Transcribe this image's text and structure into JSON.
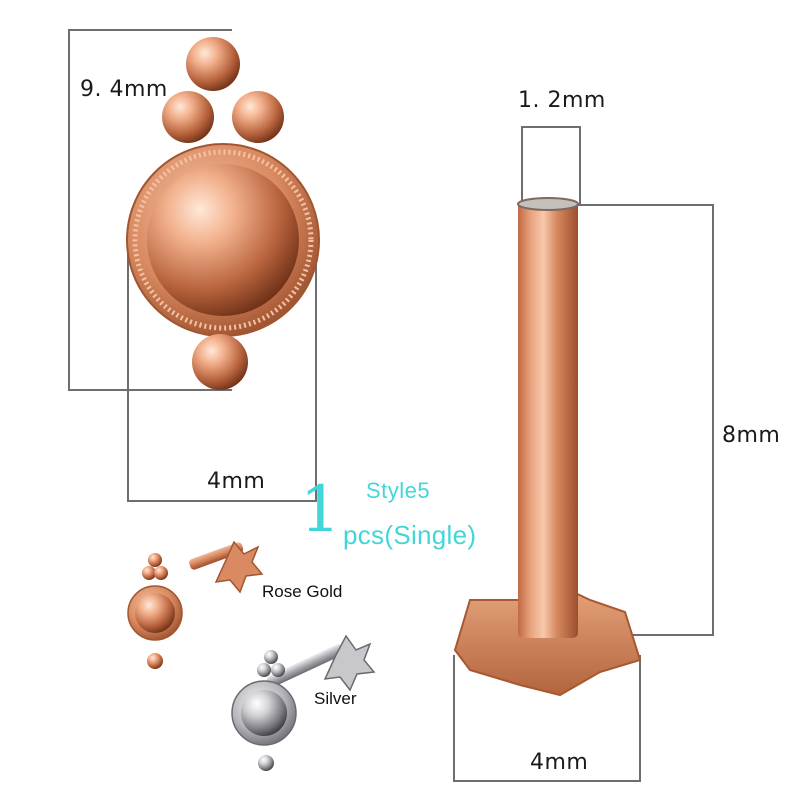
{
  "dimensions": {
    "top_height": "9. 4mm",
    "front_width": "4mm",
    "post_diameter": "1. 2mm",
    "post_length": "8mm",
    "base_width": "4mm"
  },
  "product": {
    "style": "Style5",
    "quantity_number": "1",
    "quantity_text": "pcs(Single)"
  },
  "variants": {
    "rose_gold": "Rose Gold",
    "silver": "Silver"
  },
  "colors": {
    "accent": "#43d6d8",
    "rose_gold": "#d98a62",
    "silver": "#c8c8cc",
    "dimension_line": "#6e6e6e"
  }
}
